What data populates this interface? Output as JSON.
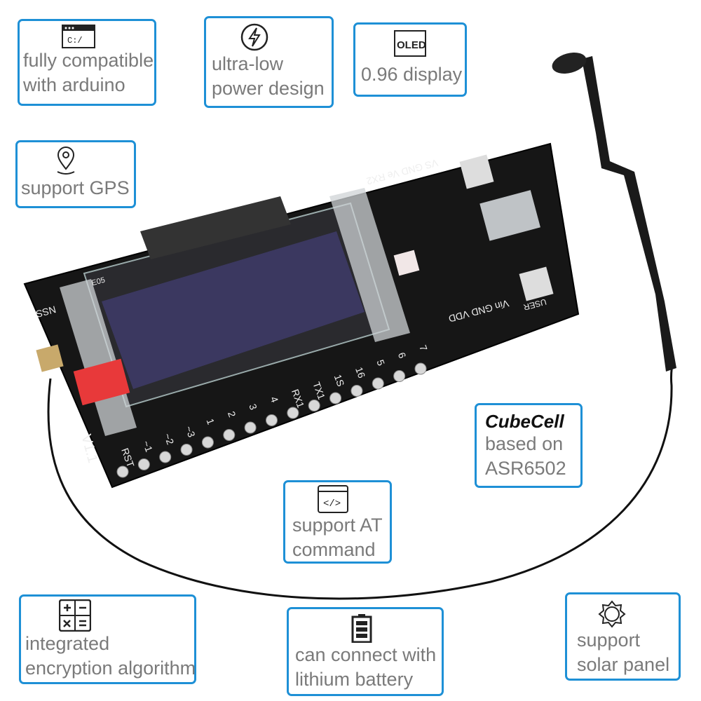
{
  "features": {
    "arduino": {
      "icon": "terminal-icon",
      "icon_text": "C:/",
      "line1": "fully compatible",
      "line2": "with arduino"
    },
    "power": {
      "icon": "lightning-icon",
      "line1": "ultra-low",
      "line2": "power design"
    },
    "display": {
      "icon": "oled-icon",
      "icon_text": "OLED",
      "line1": "0.96 display"
    },
    "gps": {
      "icon": "location-pin-icon",
      "line1": "support GPS"
    },
    "cubecell": {
      "logo": "CubeCell",
      "line1": "based on",
      "line2": "ASR6502"
    },
    "at": {
      "icon": "code-icon",
      "icon_text": "</>",
      "line1": "support AT",
      "line2": "command"
    },
    "encryption": {
      "icon": "calculator-icon",
      "line1": "integrated",
      "line2": "encryption algorithm"
    },
    "battery": {
      "icon": "battery-icon",
      "line1": "can connect with",
      "line2": "lithium battery"
    },
    "solar": {
      "icon": "sun-icon",
      "line1": "support",
      "line2": "solar panel"
    }
  },
  "board": {
    "version": "V1.1",
    "bottom_pins": [
      "RST",
      "~1",
      "~2",
      "~3",
      "1",
      "2",
      "3",
      "4",
      "RX1",
      "TX1",
      "1S",
      "16",
      "5",
      "6",
      "7"
    ],
    "top_label": "VS GND Ve RX2",
    "side_label": "Vin GND VDD",
    "user_label": "USER",
    "left_label": "NSS",
    "oled_label": "E05"
  },
  "colors": {
    "border": "#1e90d6",
    "text": "#7a7a7a",
    "pcb": "#161616"
  }
}
